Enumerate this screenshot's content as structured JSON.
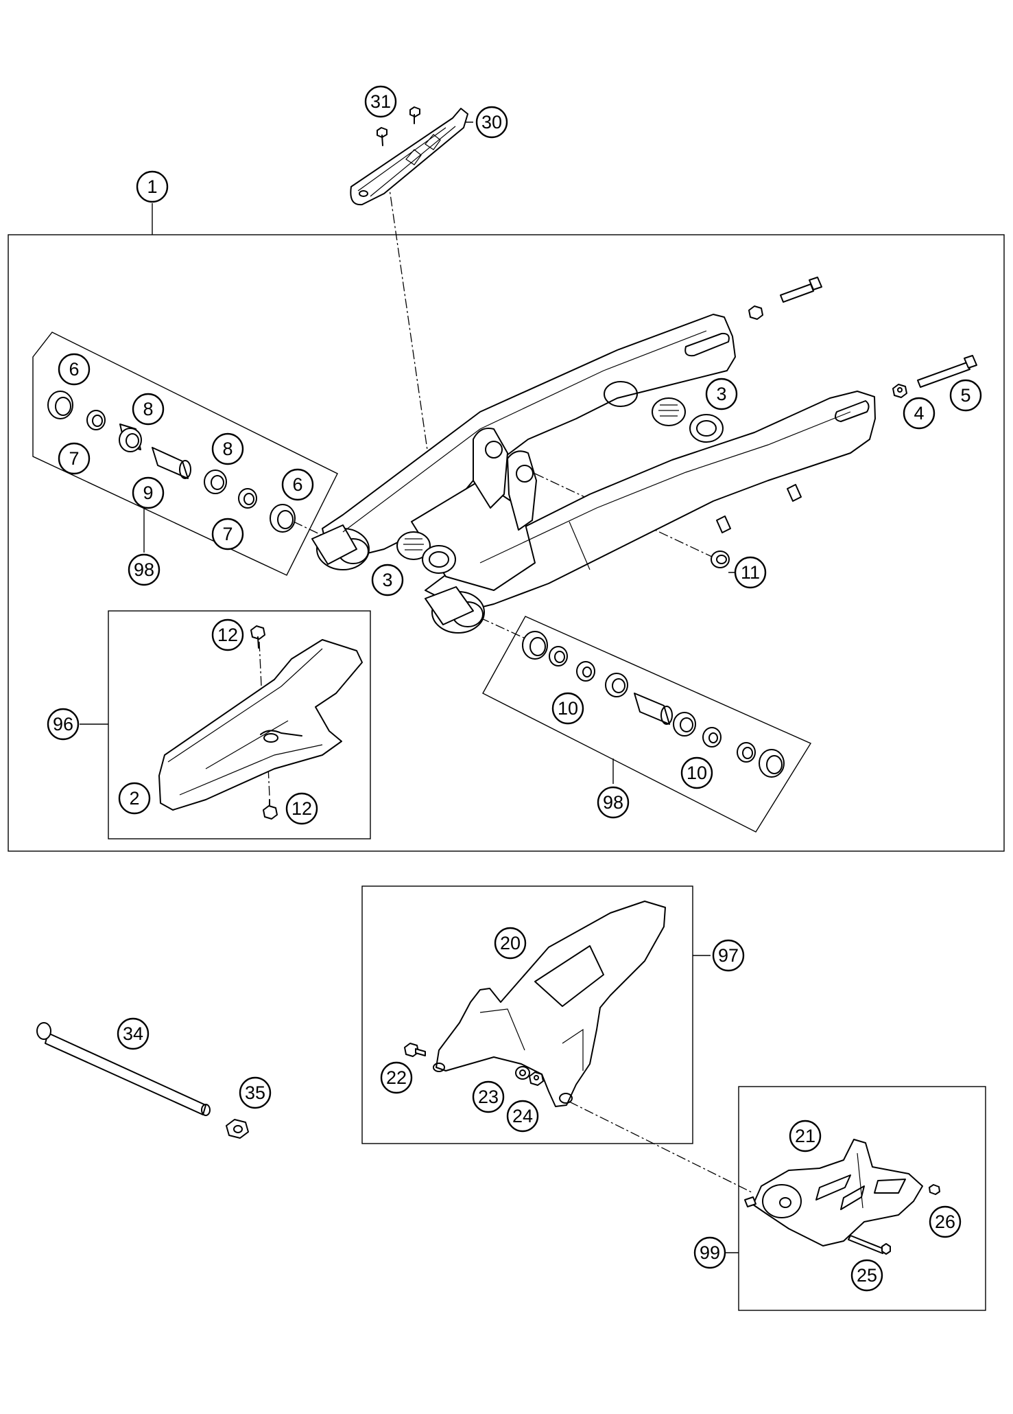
{
  "callouts": {
    "c31": "31",
    "c30": "30",
    "c1": "1",
    "c6a": "6",
    "c8a": "8",
    "c7a": "7",
    "c8b": "8",
    "c9": "9",
    "c6b": "6",
    "c7b": "7",
    "c98a": "98",
    "c3a": "3",
    "c3b": "3",
    "c4": "4",
    "c5": "5",
    "c11": "11",
    "c12a": "12",
    "c96": "96",
    "c2": "2",
    "c12b": "12",
    "c10a": "10",
    "c10b": "10",
    "c98b": "98",
    "c20": "20",
    "c97": "97",
    "c22": "22",
    "c23": "23",
    "c24": "24",
    "c34": "34",
    "c35": "35",
    "c21": "21",
    "c26": "26",
    "c99": "99",
    "c25": "25"
  }
}
